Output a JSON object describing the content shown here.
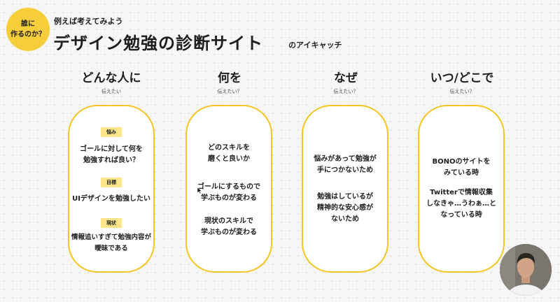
{
  "badge": {
    "line1": "誰に",
    "line2": "作るのか？"
  },
  "header": {
    "subtitle": "例えば考えてみよう",
    "title": "デザイン勉強の診断サイト",
    "title_suffix": "のアイキャッチ"
  },
  "columns": [
    {
      "heading": "どんな人に",
      "sub": "伝えたい"
    },
    {
      "heading": "何を",
      "sub": "伝えたい？"
    },
    {
      "heading": "なぜ",
      "sub": "伝えたい？"
    },
    {
      "heading": "いつ/どこで",
      "sub": "伝えたい？"
    }
  ],
  "cards": {
    "who": {
      "tag1": "悩み",
      "text1": "ゴールに対して何を\n勉強すれば良い？",
      "tag2": "目標",
      "text2": "UIデザインを勉強したい",
      "tag3": "現状",
      "text3": "情報追いすぎて勉強内容が\n曖昧である"
    },
    "what": {
      "text1": "どのスキルを\n磨くと良いか",
      "text2": "ゴールにするもので\n学ぶものが変わる",
      "text3": "現状のスキルで\n学ぶものが変わる"
    },
    "why": {
      "text1": "悩みがあって勉強が\n手につかないため",
      "text2": "勉強はしているが\n精神的な安心感が\nないため"
    },
    "when": {
      "text1": "BONOのサイトを\nみている時",
      "text2": "Twitterで情報収集\nしなきゃ…うわぁ…と\nなっている時"
    }
  },
  "colors": {
    "accent": "#f3c622",
    "badge": "#f6cd3a",
    "tag": "#fbe48a"
  },
  "icons": [
    "mouse-cursor-icon"
  ],
  "webcam": {
    "label": "presenter-webcam"
  }
}
